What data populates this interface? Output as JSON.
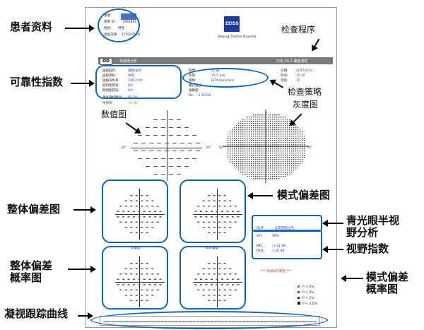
{
  "callouts": {
    "patient_info": "患者资料",
    "test_program": "检查程序",
    "reliability_index": "可靠性指数",
    "test_strategy": "检查策略",
    "numeric_map": "数值图",
    "grayscale_map": "灰度图",
    "total_deviation": "整体偏差图",
    "pattern_deviation": "模式偏差图",
    "glaucoma_hemifield_1": "青光眼半视",
    "glaucoma_hemifield_2": "野分析",
    "visual_field_index": "视野指数",
    "total_deviation_prob_1": "整体偏差",
    "total_deviation_prob_2": "概率图",
    "pattern_deviation_prob_1": "模式偏差",
    "pattern_deviation_prob_2": "概率图",
    "fixation_tracking": "凝视跟踪曲线"
  },
  "report": {
    "patient_rows": [
      {
        "label": "患者:",
        "value": ""
      },
      {
        "label": "患者 ID:",
        "value": "1990861"
      },
      {
        "label": "性别:",
        "value": "男性"
      },
      {
        "label": "出生日期:",
        "value": "17/02/2118"
      }
    ],
    "brand": "ZEISS",
    "hospital": "Beijing Tiantan Hospital",
    "eye": "OD",
    "header_left": "单视场分析",
    "header_right": "中央 24-2 阈值测定",
    "reliability_rows": [
      {
        "label": "固视监控:",
        "value": "凝视/盲点"
      },
      {
        "label": "固视目标:",
        "value": "中央"
      },
      {
        "label": "固视丢失率:",
        "value": "14/14 XX"
      },
      {
        "label": "假阳性错误:",
        "value": "0%"
      },
      {
        "label": "假阴性错误:",
        "value": "0%"
      }
    ],
    "test_rows": [
      {
        "label": "测试持续时间:",
        "value": "05:50"
      },
      {
        "label": "中央凹:",
        "value": "34 dB"
      }
    ],
    "stimulus_rows": [
      {
        "label": "刺激:",
        "value": "III, 白"
      },
      {
        "label": "背景:",
        "value": "31.5 asb"
      },
      {
        "label": "策略:",
        "value": "SITA-Standard"
      },
      {
        "label": "瞳孔直径:",
        "value": ""
      },
      {
        "label": "视敏度:",
        "value": ""
      },
      {
        "label": "Rx:",
        "value": "-1.50 DS"
      }
    ],
    "date_rows": [
      {
        "label": "日期:",
        "value": "2017/8/23"
      },
      {
        "label": "时间:",
        "value": "15:10"
      },
      {
        "label": "年龄:",
        "value": "31"
      }
    ],
    "axis_label": "30°",
    "ght_label": "GHT:",
    "ght_value": "正常范围之内",
    "vfi_label": "VFI:",
    "vfi_value": "99%",
    "md_label": "MD:",
    "md_value": "-1.31 dB",
    "psd_label": "PSD:",
    "psd_value": "1.40 dB",
    "td_caption": "总偏差",
    "pd_caption": "模式偏差",
    "pd_warning": "*** 低测试可靠性 ***",
    "prob_legend": [
      "P < 5%",
      "P < 2%",
      "P < 1%",
      "P < 0.5%"
    ]
  }
}
